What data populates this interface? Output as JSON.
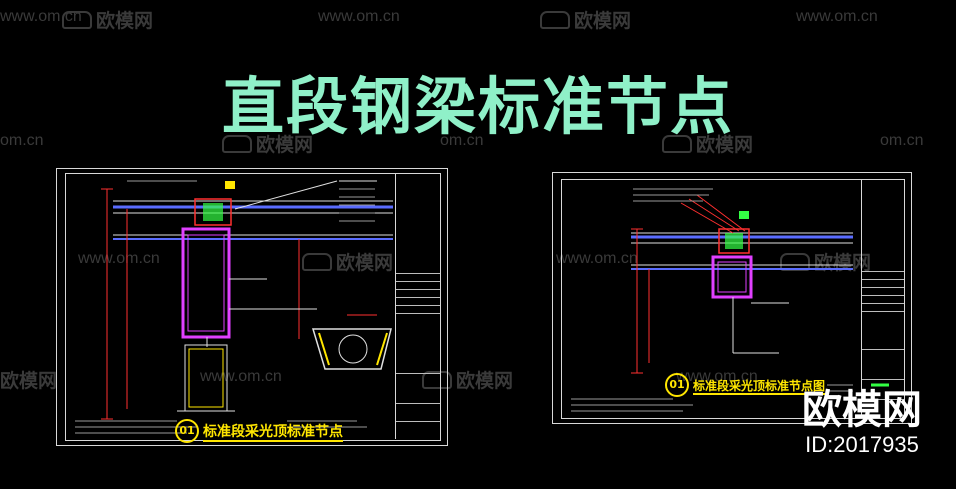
{
  "title": "直段钢梁标准节点",
  "watermark": {
    "domain": "www.om.cn",
    "domain_short": "om.cn",
    "brand": "欧模网"
  },
  "drawing_left": {
    "badge_number": "01",
    "badge_text": "标准段采光顶标准节点"
  },
  "drawing_right": {
    "badge_number": "01",
    "badge_text": "标准段采光顶标准节点图"
  },
  "brand": {
    "name": "欧模网",
    "id": "ID:2017935"
  },
  "colors": {
    "title": "#8ff0c8",
    "badge": "#ffe600",
    "steel": "#e040ff",
    "insulation": "#33ff44",
    "beam_blue": "#5a6cff",
    "dim_red": "#ff3030"
  }
}
